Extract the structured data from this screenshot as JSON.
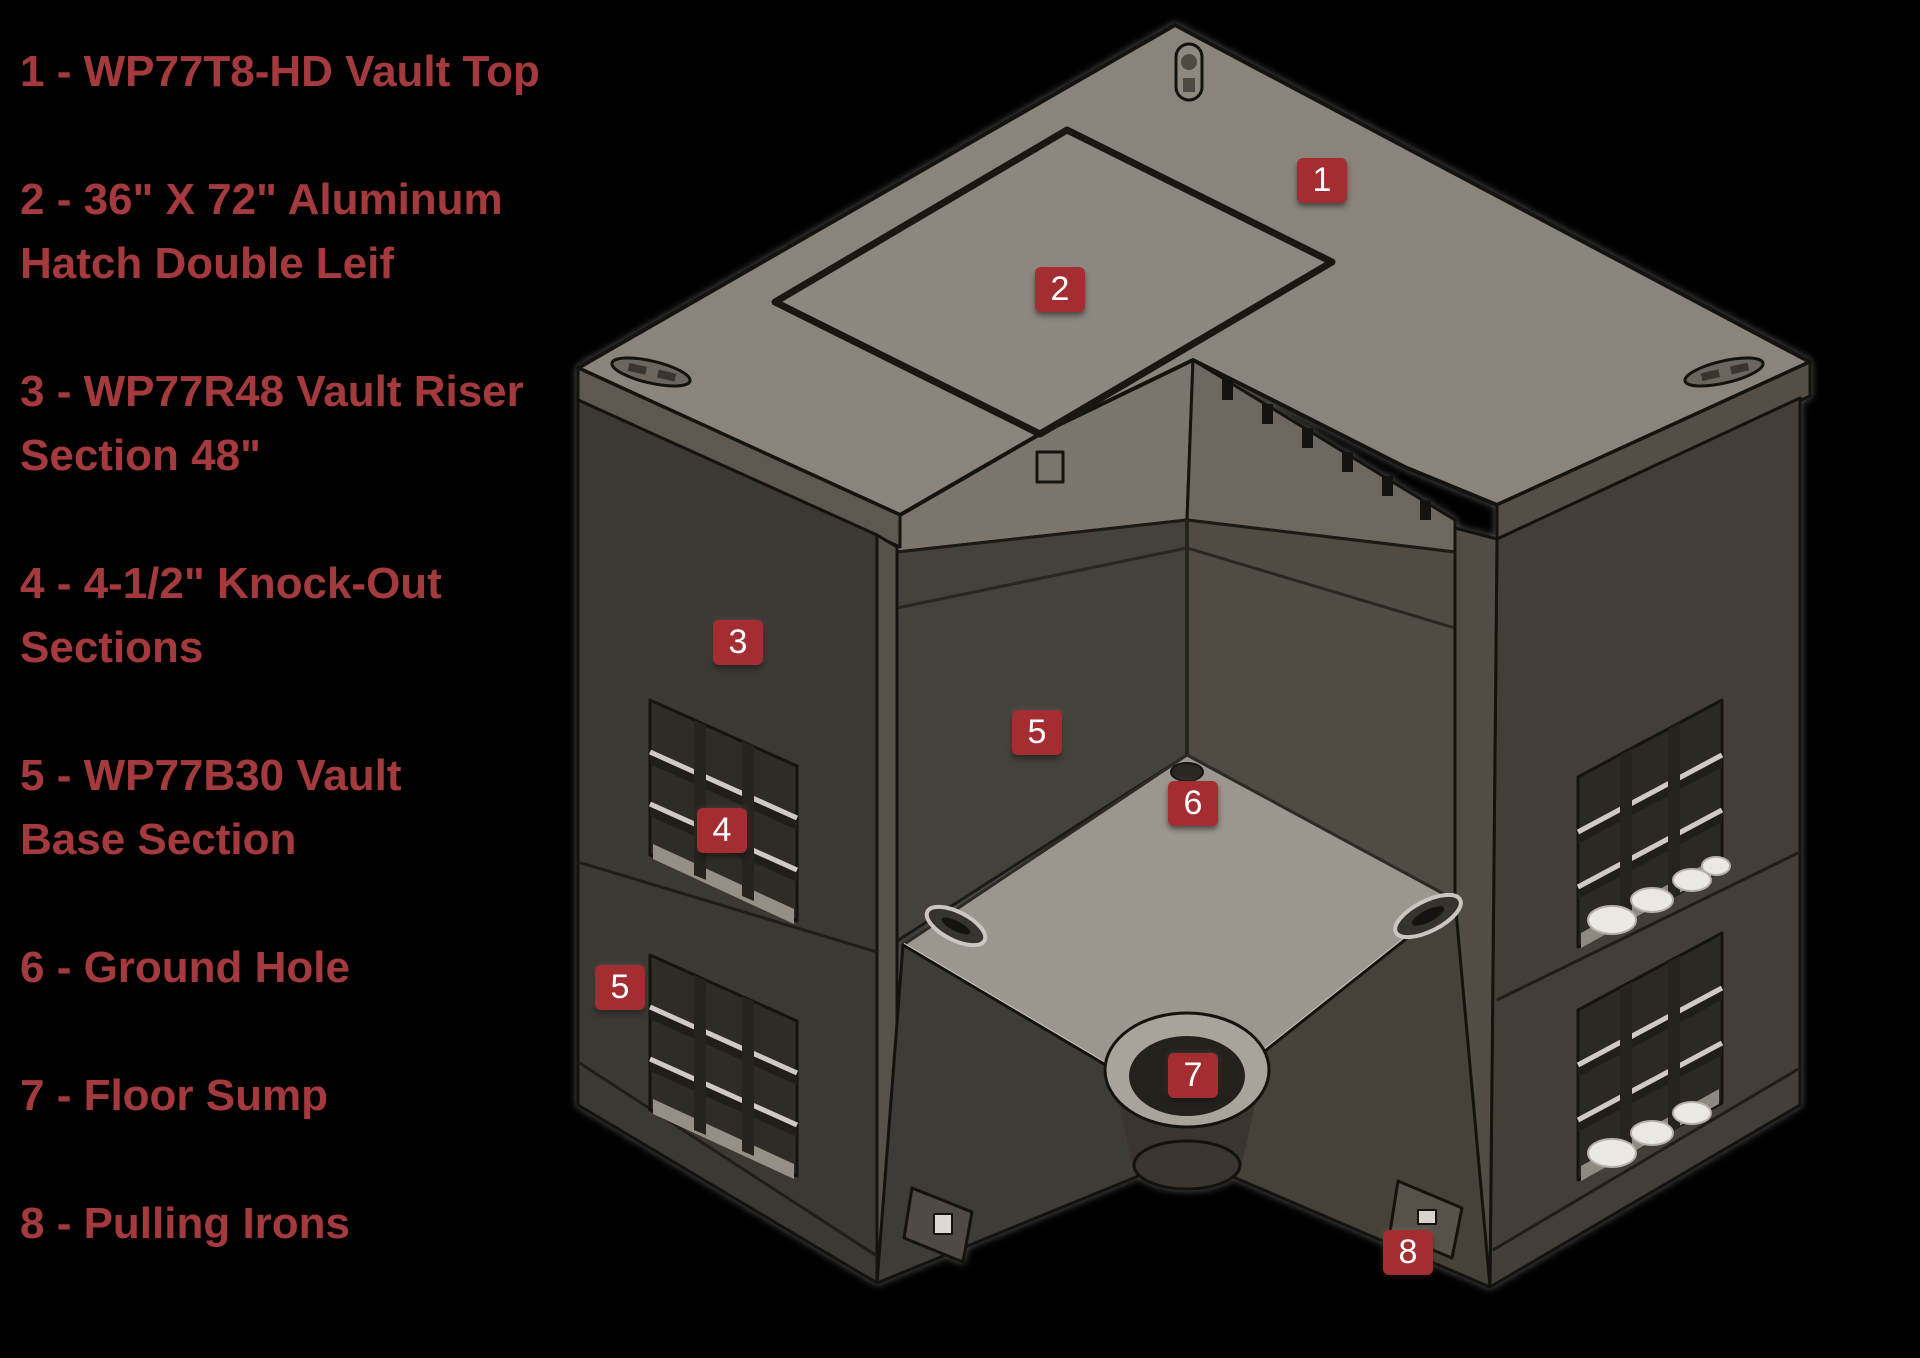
{
  "legend": {
    "items": [
      {
        "num": "1",
        "text": "1 - WP77T8-HD Vault Top"
      },
      {
        "num": "2",
        "text": "2 - 36\" X 72\" Aluminum\nHatch Double Leif"
      },
      {
        "num": "3",
        "text": "3 - WP77R48 Vault Riser\nSection 48\""
      },
      {
        "num": "4",
        "text": "4 - 4-1/2\" Knock-Out\nSections"
      },
      {
        "num": "5",
        "text": "5 - WP77B30 Vault\nBase Section"
      },
      {
        "num": "6",
        "text": "6 - Ground Hole"
      },
      {
        "num": "7",
        "text": "7 - Floor Sump"
      },
      {
        "num": "8",
        "text": "8 - Pulling Irons"
      }
    ],
    "text_color": "#A53A3E"
  },
  "diagram": {
    "description": "Isometric cutaway illustration of precast concrete utility vault",
    "badges": [
      {
        "num": "1"
      },
      {
        "num": "2"
      },
      {
        "num": "3"
      },
      {
        "num": "4"
      },
      {
        "num": "5"
      },
      {
        "num": "5"
      },
      {
        "num": "6"
      },
      {
        "num": "7"
      },
      {
        "num": "8"
      }
    ],
    "badge_color": "#A32D31",
    "badge_text_color": "#FFFFFF",
    "background_color": "#000000",
    "concrete_roof_color": "#8A847C",
    "concrete_wall_color": "#3C3834",
    "floor_color": "#9B968E"
  }
}
